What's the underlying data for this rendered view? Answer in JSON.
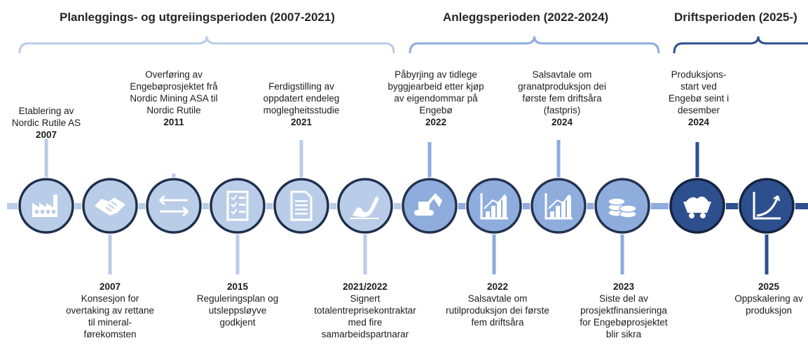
{
  "colors": {
    "light": "#b9cce8",
    "mid": "#8eacdc",
    "dark": "#2d4f8e",
    "mid_border": "#3a62a8",
    "light_circle_border": "#1f2f4d"
  },
  "periods": [
    {
      "title": "Planleggings- og utgreiingsperioden (2007-2021)"
    },
    {
      "title": "Anleggsperioden (2022-2024)"
    },
    {
      "title": "Driftsperioden (2025-)"
    }
  ],
  "milestones": [
    {
      "id": "m1",
      "year": "2007",
      "text": "Etablering av\nNordic Rutile AS",
      "icon": "factory-icon",
      "period": "light",
      "side": "top"
    },
    {
      "id": "m2",
      "year": "2007",
      "text": "Konsesjon for\novertaking av rettane\ntil mineral-\nførekomsten",
      "icon": "handshake-icon",
      "period": "light",
      "side": "bottom"
    },
    {
      "id": "m3",
      "year": "2011",
      "text": "Overføring av\nEngebøprosjektet frå\nNordic Mining ASA til\nNordic Rutile",
      "icon": "transfer-arrows-icon",
      "period": "light",
      "side": "top"
    },
    {
      "id": "m4",
      "year": "2015",
      "text": "Reguleringsplan og\nutsleppsløyve\ngodkjent",
      "icon": "checklist-icon",
      "period": "light",
      "side": "bottom"
    },
    {
      "id": "m5",
      "year": "2021",
      "text": "Ferdigstilling av\noppdatert endeleg\nmoglegheitsstudie",
      "icon": "document-icon",
      "period": "light",
      "side": "top"
    },
    {
      "id": "m6",
      "year": "2021/2022",
      "text": "Signert\ntotalentreprisekontraktar\nmed fire\nsamarbeidspartnarar",
      "icon": "signature-icon",
      "period": "light",
      "side": "bottom"
    },
    {
      "id": "m7",
      "year": "2022",
      "text": "Påbyrjing av tidlege\nbyggjearbeid etter kjøp\nav eigendommar på\nEngebø",
      "icon": "excavator-icon",
      "period": "mid",
      "side": "top"
    },
    {
      "id": "m8",
      "year": "2022",
      "text": "Salsavtale om\nrutilproduksjon dei første\nfem driftsåra",
      "icon": "growth-chart-icon",
      "period": "mid",
      "side": "bottom"
    },
    {
      "id": "m9",
      "year": "2024",
      "text": "Salsavtale om\ngranatproduksjon dei\nførste fem driftsåra\n(fastpris)",
      "icon": "growth-chart-icon",
      "period": "mid",
      "side": "top"
    },
    {
      "id": "m10",
      "year": "2023",
      "text": "Siste del av\nprosjektfinansieringa\nfor Engebøprosjektet\nblir sikra",
      "icon": "coins-icon",
      "period": "mid",
      "side": "bottom"
    },
    {
      "id": "m11",
      "year": "2024",
      "text": "Produksjons-\nstart ved\nEngebø seint i\ndesember",
      "icon": "mine-cart-icon",
      "period": "dark",
      "side": "top"
    },
    {
      "id": "m12",
      "year": "2025",
      "text": "Oppskalering av\nproduksjon",
      "icon": "scale-up-curve-icon",
      "period": "dark",
      "side": "bottom"
    }
  ]
}
